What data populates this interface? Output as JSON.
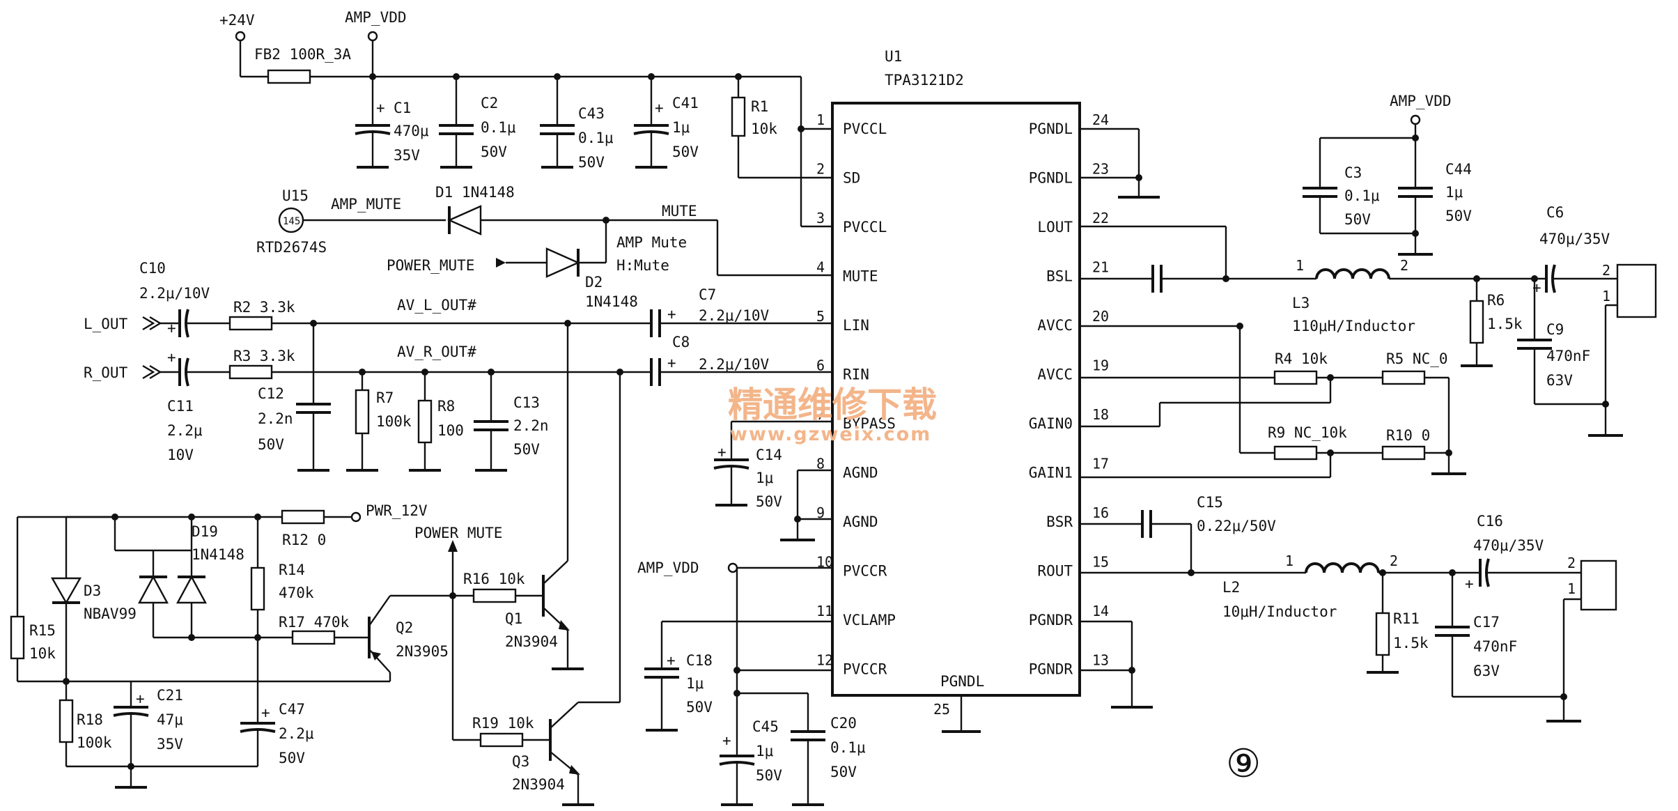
{
  "ic": {
    "ref": "U1",
    "part": "TPA3121D2",
    "bottom_pin_label": "PGNDL",
    "bottom_pin_number": "25",
    "left_pins": [
      {
        "num": "1",
        "name": "PVCCL"
      },
      {
        "num": "2",
        "name": "SD"
      },
      {
        "num": "3",
        "name": "PVCCL"
      },
      {
        "num": "4",
        "name": "MUTE"
      },
      {
        "num": "5",
        "name": "LIN"
      },
      {
        "num": "6",
        "name": "RIN"
      },
      {
        "num": "7",
        "name": "BYPASS"
      },
      {
        "num": "8",
        "name": "AGND"
      },
      {
        "num": "9",
        "name": "AGND"
      },
      {
        "num": "10",
        "name": "PVCCR"
      },
      {
        "num": "11",
        "name": "VCLAMP"
      },
      {
        "num": "12",
        "name": "PVCCR"
      }
    ],
    "right_pins": [
      {
        "num": "24",
        "name": "PGNDL"
      },
      {
        "num": "23",
        "name": "PGNDL"
      },
      {
        "num": "22",
        "name": "LOUT"
      },
      {
        "num": "21",
        "name": "BSL"
      },
      {
        "num": "20",
        "name": "AVCC"
      },
      {
        "num": "19",
        "name": "AVCC"
      },
      {
        "num": "18",
        "name": "GAIN0"
      },
      {
        "num": "17",
        "name": "GAIN1"
      },
      {
        "num": "16",
        "name": "BSR"
      },
      {
        "num": "15",
        "name": "ROUT"
      },
      {
        "num": "14",
        "name": "PGNDR"
      },
      {
        "num": "13",
        "name": "PGNDR"
      }
    ]
  },
  "nets": {
    "v24": "+24V",
    "amp_vdd_top": "AMP_VDD",
    "amp_vdd_right": "AMP_VDD",
    "amp_vdd_pin10": "AMP_VDD",
    "amp_mute": "AMP_MUTE",
    "mute": "MUTE",
    "power_mute_in": "POWER_MUTE",
    "power_mute_mid": "POWER MUTE",
    "amp_mute_note1": "AMP Mute",
    "amp_mute_note2": "H:Mute",
    "l_out": "L_OUT",
    "r_out": "R_OUT",
    "av_l_out": "AV_L_OUT#",
    "av_r_out": "AV_R_OUT#",
    "pwr_12v": "PWR_12V",
    "u15_ref": "U15",
    "u15_pin": "145",
    "u15_part": "RTD2674S"
  },
  "components": {
    "fb2": "FB2  100R_3A",
    "c1": {
      "ref": "C1",
      "v1": "470μ",
      "v2": "35V"
    },
    "c2": {
      "ref": "C2",
      "v1": "0.1μ",
      "v2": "50V"
    },
    "c43": {
      "ref": "C43",
      "v1": "0.1μ",
      "v2": "50V"
    },
    "c41": {
      "ref": "C41",
      "v1": "1μ",
      "v2": "50V"
    },
    "r1": {
      "ref": "R1",
      "v1": "10k"
    },
    "d1": "D1  1N4148",
    "d2": {
      "ref": "D2",
      "v1": "1N4148"
    },
    "c10": {
      "ref": "C10",
      "v1": "2.2μ/10V"
    },
    "r2": "R2  3.3k",
    "c7": {
      "ref": "C7",
      "v1": "2.2μ/10V"
    },
    "c11": {
      "ref": "C11",
      "v1": "2.2μ",
      "v2": "10V"
    },
    "r3": "R3  3.3k",
    "c8": {
      "ref": "C8",
      "v1": "2.2μ/10V"
    },
    "c12": {
      "ref": "C12",
      "v1": "2.2n",
      "v2": "50V"
    },
    "r7": {
      "ref": "R7",
      "v1": "100k"
    },
    "r8": {
      "ref": "R8",
      "v1": "100"
    },
    "c13": {
      "ref": "C13",
      "v1": "2.2n",
      "v2": "50V"
    },
    "c14": {
      "ref": "C14",
      "v1": "1μ",
      "v2": "50V"
    },
    "c3": {
      "ref": "C3",
      "v1": "0.1μ",
      "v2": "50V"
    },
    "c44": {
      "ref": "C44",
      "v1": "1μ",
      "v2": "50V"
    },
    "c6": {
      "ref": "C6",
      "v1": "470μ/35V"
    },
    "l3": {
      "ref": "L3",
      "v1": "110μH/Inductor",
      "p1": "1",
      "p2": "2"
    },
    "r6": {
      "ref": "R6",
      "v1": "1.5k"
    },
    "c9": {
      "ref": "C9",
      "v1": "470nF",
      "v2": "63V"
    },
    "r4": "R4  10k",
    "r5": "R5  NC_0",
    "r9": "R9  NC_10k",
    "r10": "R10  0",
    "c15": {
      "ref": "C15",
      "v1": "0.22μ/50V"
    },
    "l2": {
      "ref": "L2",
      "v1": "10μH/Inductor",
      "p1": "1",
      "p2": "2"
    },
    "c16": {
      "ref": "C16",
      "v1": "470μ/35V"
    },
    "r11": {
      "ref": "R11",
      "v1": "1.5k"
    },
    "c17": {
      "ref": "C17",
      "v1": "470nF",
      "v2": "63V"
    },
    "r12": "R12  0",
    "d19": {
      "ref": "D19",
      "v1": "1N4148"
    },
    "d3": {
      "ref": "D3",
      "v1": "NBAV99"
    },
    "r14": {
      "ref": "R14",
      "v1": "470k"
    },
    "r15": {
      "ref": "R15",
      "v1": "10k"
    },
    "r16": "R16  10k",
    "q1": {
      "ref": "Q1",
      "v1": "2N3904"
    },
    "r17": "R17  470k",
    "q2": {
      "ref": "Q2",
      "v1": "2N3905"
    },
    "r18": {
      "ref": "R18",
      "v1": "100k"
    },
    "c21": {
      "ref": "C21",
      "v1": "47μ",
      "v2": "35V"
    },
    "c47": {
      "ref": "C47",
      "v1": "2.2μ",
      "v2": "50V"
    },
    "r19": "R19  10k",
    "q3": {
      "ref": "Q3",
      "v1": "2N3904"
    },
    "c18": {
      "ref": "C18",
      "v1": "1μ",
      "v2": "50V"
    },
    "c45": {
      "ref": "C45",
      "v1": "1μ",
      "v2": "50V"
    },
    "c20": {
      "ref": "C20",
      "v1": "0.1μ",
      "v2": "50V"
    }
  },
  "connectors": {
    "left": {
      "p1": "1",
      "p2": "2"
    },
    "right": {
      "p1": "1",
      "p2": "2"
    }
  },
  "watermark": {
    "cn": "精通维修下载",
    "url": "www.gzweix.com"
  },
  "figure_number": "⑨"
}
